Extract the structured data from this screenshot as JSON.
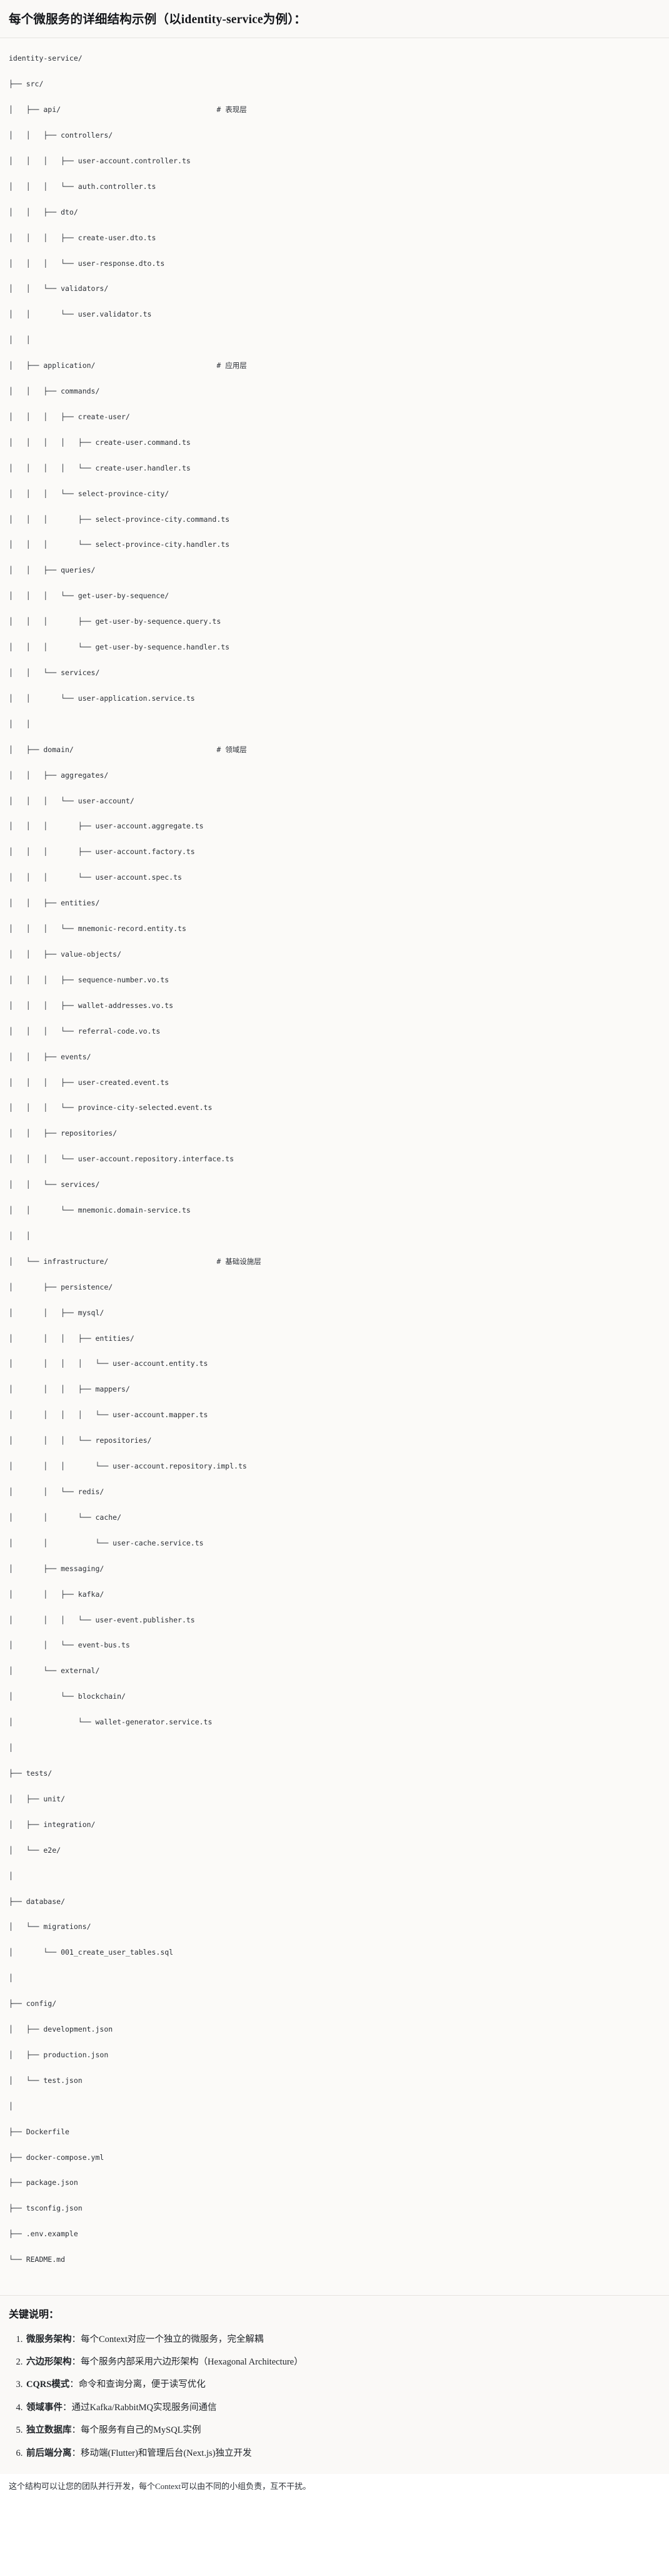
{
  "heading": {
    "text": "每个微服务的详细结构示例（以identity-service为例）："
  },
  "tree": {
    "lines": [
      "identity-service/",
      "├── src/",
      "│   ├── api/                                    # 表现层",
      "│   │   ├── controllers/",
      "│   │   │   ├── user-account.controller.ts",
      "│   │   │   └── auth.controller.ts",
      "│   │   ├── dto/",
      "│   │   │   ├── create-user.dto.ts",
      "│   │   │   └── user-response.dto.ts",
      "│   │   └── validators/",
      "│   │       └── user.validator.ts",
      "│   │",
      "│   ├── application/                            # 应用层",
      "│   │   ├── commands/",
      "│   │   │   ├── create-user/",
      "│   │   │   │   ├── create-user.command.ts",
      "│   │   │   │   └── create-user.handler.ts",
      "│   │   │   └── select-province-city/",
      "│   │   │       ├── select-province-city.command.ts",
      "│   │   │       └── select-province-city.handler.ts",
      "│   │   ├── queries/",
      "│   │   │   └── get-user-by-sequence/",
      "│   │   │       ├── get-user-by-sequence.query.ts",
      "│   │   │       └── get-user-by-sequence.handler.ts",
      "│   │   └── services/",
      "│   │       └── user-application.service.ts",
      "│   │",
      "│   ├── domain/                                 # 领域层",
      "│   │   ├── aggregates/",
      "│   │   │   └── user-account/",
      "│   │   │       ├── user-account.aggregate.ts",
      "│   │   │       ├── user-account.factory.ts",
      "│   │   │       └── user-account.spec.ts",
      "│   │   ├── entities/",
      "│   │   │   └── mnemonic-record.entity.ts",
      "│   │   ├── value-objects/",
      "│   │   │   ├── sequence-number.vo.ts",
      "│   │   │   ├── wallet-addresses.vo.ts",
      "│   │   │   └── referral-code.vo.ts",
      "│   │   ├── events/",
      "│   │   │   ├── user-created.event.ts",
      "│   │   │   └── province-city-selected.event.ts",
      "│   │   ├── repositories/",
      "│   │   │   └── user-account.repository.interface.ts",
      "│   │   └── services/",
      "│   │       └── mnemonic.domain-service.ts",
      "│   │",
      "│   └── infrastructure/                         # 基础设施层",
      "│       ├── persistence/",
      "│       │   ├── mysql/",
      "│       │   │   ├── entities/",
      "│       │   │   │   └── user-account.entity.ts",
      "│       │   │   ├── mappers/",
      "│       │   │   │   └── user-account.mapper.ts",
      "│       │   │   └── repositories/",
      "│       │   │       └── user-account.repository.impl.ts",
      "│       │   └── redis/",
      "│       │       └── cache/",
      "│       │           └── user-cache.service.ts",
      "│       ├── messaging/",
      "│       │   ├── kafka/",
      "│       │   │   └── user-event.publisher.ts",
      "│       │   └── event-bus.ts",
      "│       └── external/",
      "│           └── blockchain/",
      "│               └── wallet-generator.service.ts",
      "│",
      "├── tests/",
      "│   ├── unit/",
      "│   ├── integration/",
      "│   └── e2e/",
      "│",
      "├── database/",
      "│   └── migrations/",
      "│       └── 001_create_user_tables.sql",
      "│",
      "├── config/",
      "│   ├── development.json",
      "│   ├── production.json",
      "│   └── test.json",
      "│",
      "├── Dockerfile",
      "├── docker-compose.yml",
      "├── package.json",
      "├── tsconfig.json",
      "├── .env.example",
      "└── README.md"
    ]
  },
  "notes": {
    "title": "关键说明：",
    "items": [
      {
        "lead": "微服务架构",
        "body": "：每个Context对应一个独立的微服务，完全解耦"
      },
      {
        "lead": "六边形架构",
        "body": "：每个服务内部采用六边形架构（Hexagonal Architecture）"
      },
      {
        "lead": "CQRS模式",
        "body": "：命令和查询分离，便于读写优化"
      },
      {
        "lead": "领域事件",
        "body": "：通过Kafka/RabbitMQ实现服务间通信"
      },
      {
        "lead": "独立数据库",
        "body": "：每个服务有自己的MySQL实例"
      },
      {
        "lead": "前后端分离",
        "body": "：移动端(Flutter)和管理后台(Next.js)独立开发"
      }
    ]
  },
  "closing": {
    "text": "这个结构可以让您的团队并行开发，每个Context可以由不同的小组负责，互不干扰。"
  }
}
